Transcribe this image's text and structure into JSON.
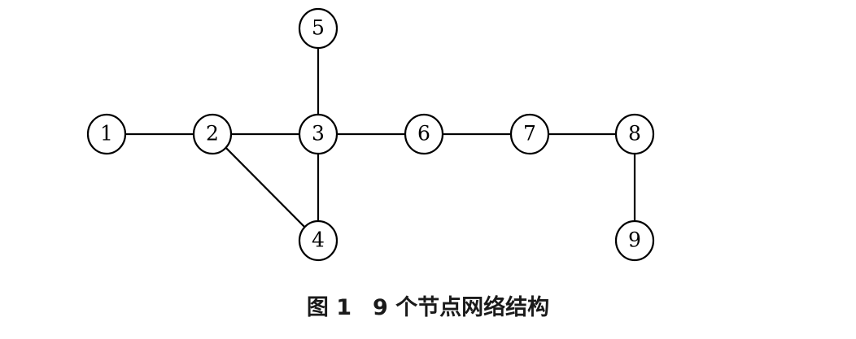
{
  "nodes": [
    {
      "id": "1",
      "label": "1"
    },
    {
      "id": "2",
      "label": "2"
    },
    {
      "id": "3",
      "label": "3"
    },
    {
      "id": "4",
      "label": "4"
    },
    {
      "id": "5",
      "label": "5"
    },
    {
      "id": "6",
      "label": "6"
    },
    {
      "id": "7",
      "label": "7"
    },
    {
      "id": "8",
      "label": "8"
    },
    {
      "id": "9",
      "label": "9"
    }
  ],
  "edges": [
    [
      "1",
      "2"
    ],
    [
      "2",
      "3"
    ],
    [
      "2",
      "4"
    ],
    [
      "3",
      "5"
    ],
    [
      "3",
      "4"
    ],
    [
      "3",
      "6"
    ],
    [
      "6",
      "7"
    ],
    [
      "7",
      "8"
    ],
    [
      "8",
      "9"
    ]
  ],
  "caption": {
    "figure_number": "图 1",
    "title": "9 个节点网络结构"
  }
}
